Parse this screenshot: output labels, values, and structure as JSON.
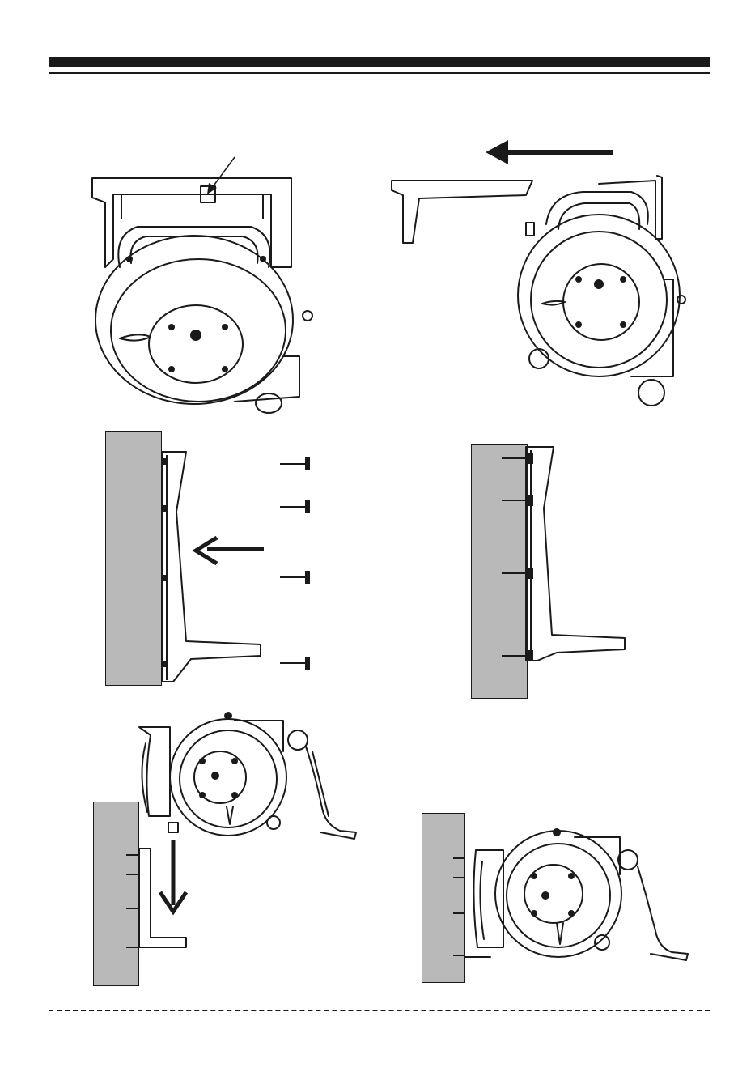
{
  "page": {
    "header_text": "",
    "footer_text": ""
  },
  "colors": {
    "ink": "#1a1a1a",
    "wall": "#b9b9b9",
    "paper": "#ffffff"
  },
  "icons": {
    "arrow": "arrow-icon",
    "screw": "screw-icon",
    "wall": "wall-section",
    "reel": "hose-reel",
    "bracket": "wall-bracket"
  }
}
